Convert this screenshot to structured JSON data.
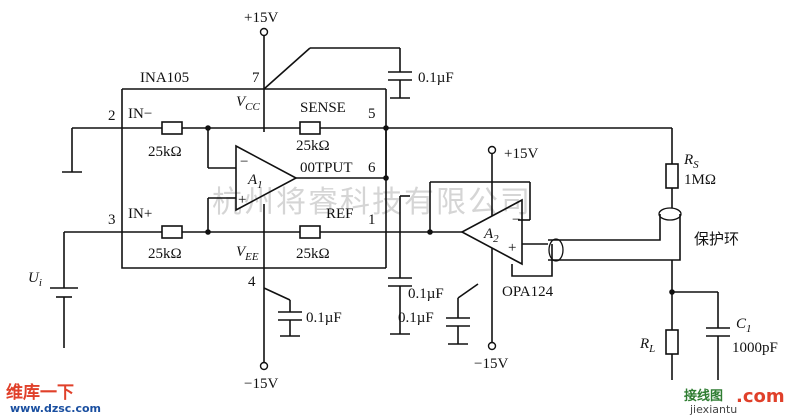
{
  "labels": {
    "vplus_top": "+15V",
    "ina105": "INA105",
    "pin7": "7",
    "vcc": "V",
    "vcc_sub": "CC",
    "cap_top": "0.1µF",
    "in_minus": "IN−",
    "pin2": "2",
    "sense": "SENSE",
    "pin5": "5",
    "r1": "25kΩ",
    "r2": "25kΩ",
    "a1": "A",
    "a1_sub": "1",
    "output": "00TPUT",
    "pin6": "6",
    "vplus_a2": "+15V",
    "rs": "R",
    "rs_sub": "S",
    "rs_val": "1MΩ",
    "in_plus": "IN+",
    "pin3": "3",
    "ref": "REF",
    "pin1": "1",
    "r3": "25kΩ",
    "r4": "25kΩ",
    "a2": "A",
    "a2_sub": "2",
    "guard": "保护环",
    "vee": "V",
    "vee_sub": "EE",
    "ui": "U",
    "ui_sub": "i",
    "pin4": "4",
    "cap_vee": "0.1µF",
    "cap_a2_a": "0.1µF",
    "cap_a2_b": "0.1µF",
    "opa124": "OPA124",
    "c1": "C",
    "c1_sub": "1",
    "c1_val": "1000pF",
    "rl": "R",
    "rl_sub": "L",
    "vminus_a2": "−15V",
    "vminus_bot": "−15V",
    "minus_sign_a1": "−",
    "plus_sign_a1": "+",
    "minus_sign_a2": "−",
    "plus_sign_a2": "+"
  },
  "watermark": "杭州将睿科技有限公司",
  "logo_left": {
    "text": "维库一下",
    "url": "www.dzsc.com"
  },
  "logo_right": {
    "text": "接线图",
    "com": ".com",
    "url": "jiexiantu"
  }
}
